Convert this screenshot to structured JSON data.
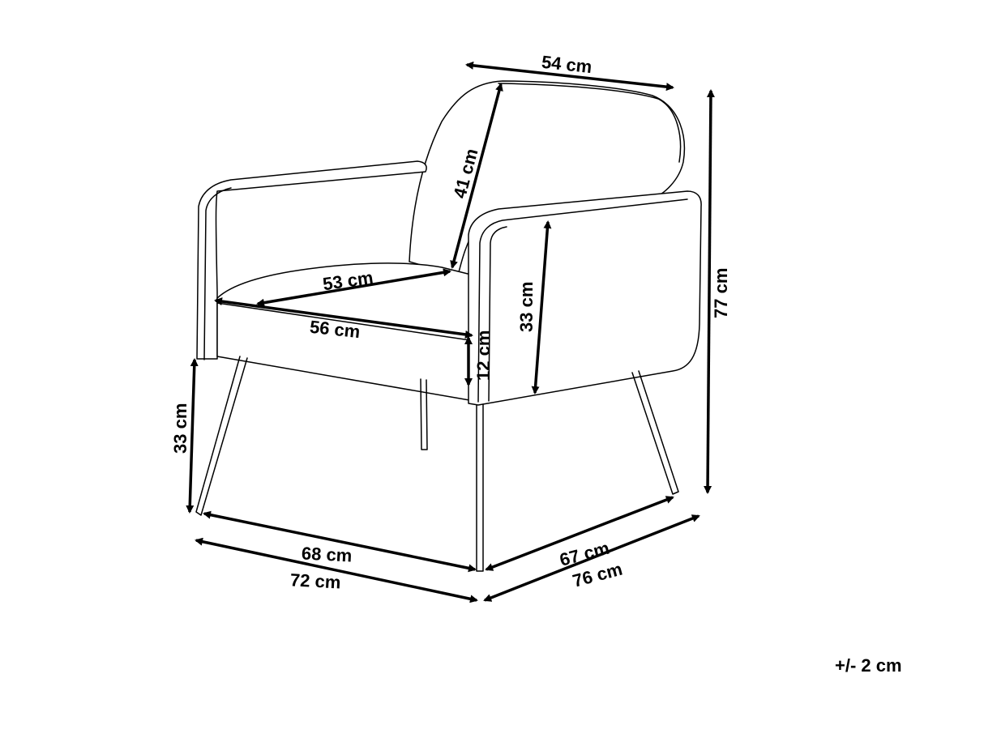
{
  "dimensions": {
    "backrest_width": "54 cm",
    "backrest_height": "41 cm",
    "seat_depth": "53 cm",
    "seat_width": "56 cm",
    "seat_thickness": "12 cm",
    "armrest_height": "33 cm",
    "total_height": "77 cm",
    "seat_height_from_floor": "33 cm",
    "leg_span_front": "68 cm",
    "overall_width": "72  cm",
    "leg_span_side": "67 cm",
    "overall_depth": "76 cm"
  },
  "tolerance": "+/- 2 cm"
}
